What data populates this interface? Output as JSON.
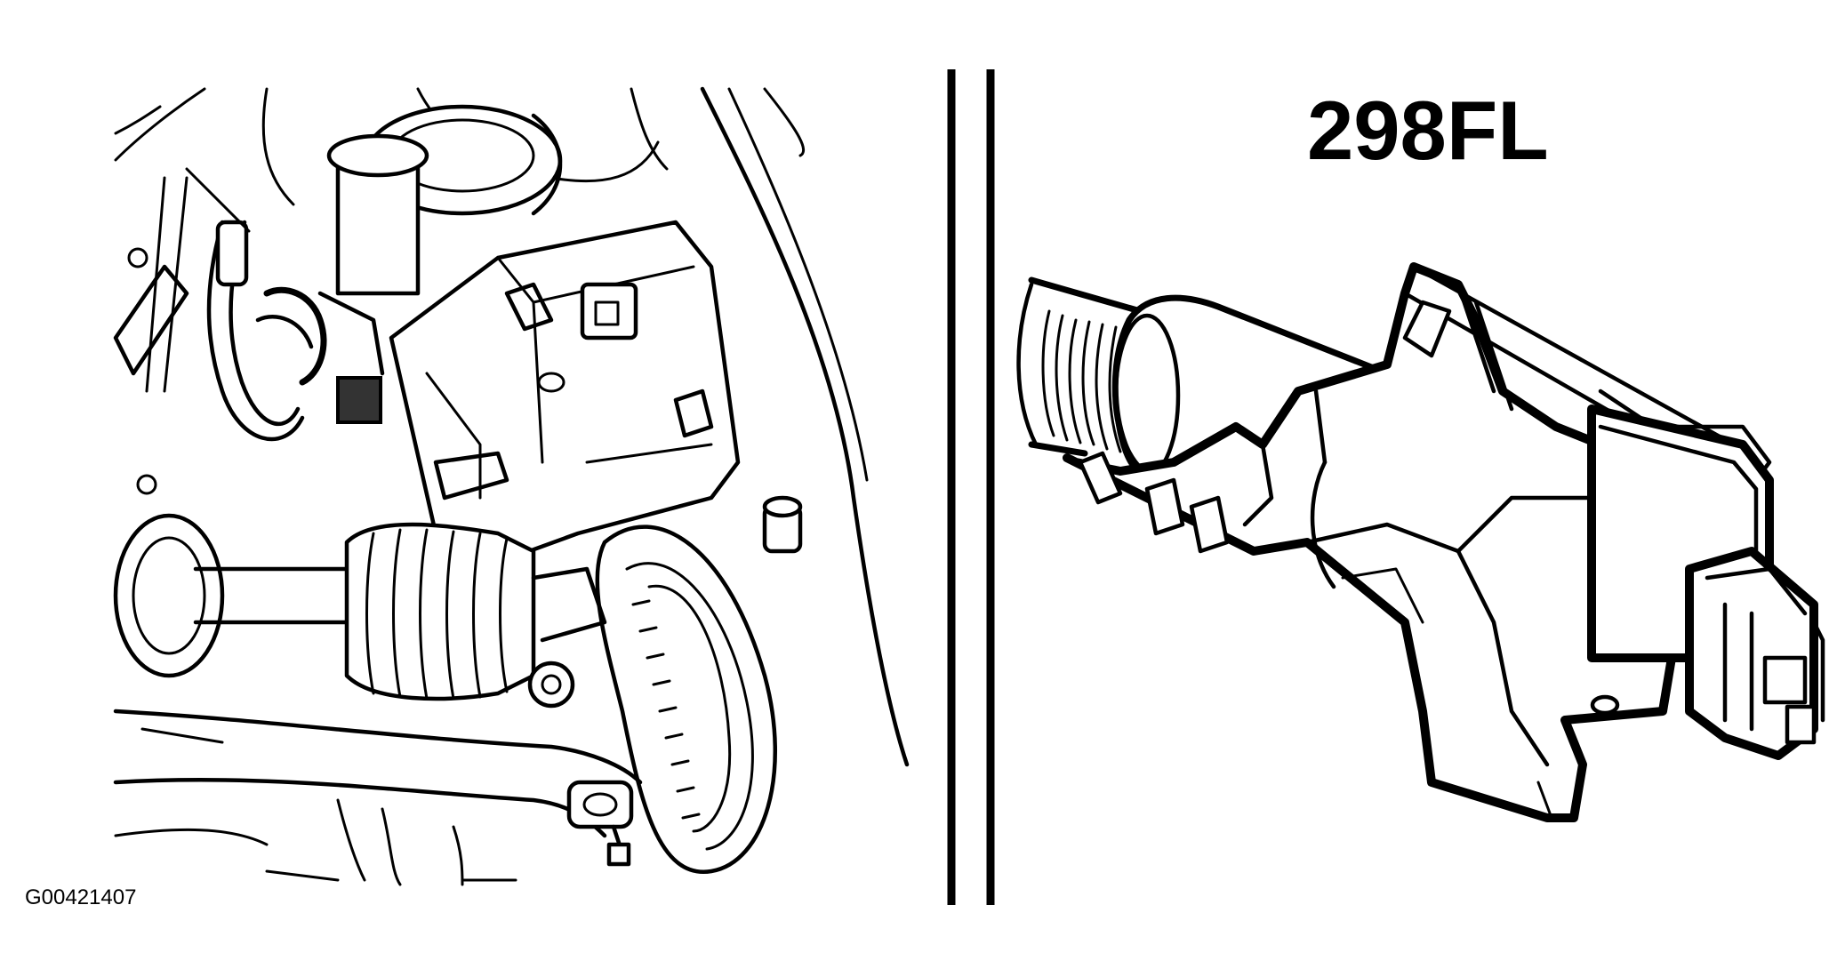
{
  "figure": {
    "callout_label": "298FL",
    "figure_code": "G00421407"
  },
  "panels": [
    {
      "name": "left-panel",
      "depicts": "wheel-speed-sensor-connector-near-brake-caliper"
    },
    {
      "name": "right-panel",
      "depicts": "connector-detail"
    }
  ],
  "colors": {
    "ink": "#000000",
    "paper": "#ffffff"
  }
}
